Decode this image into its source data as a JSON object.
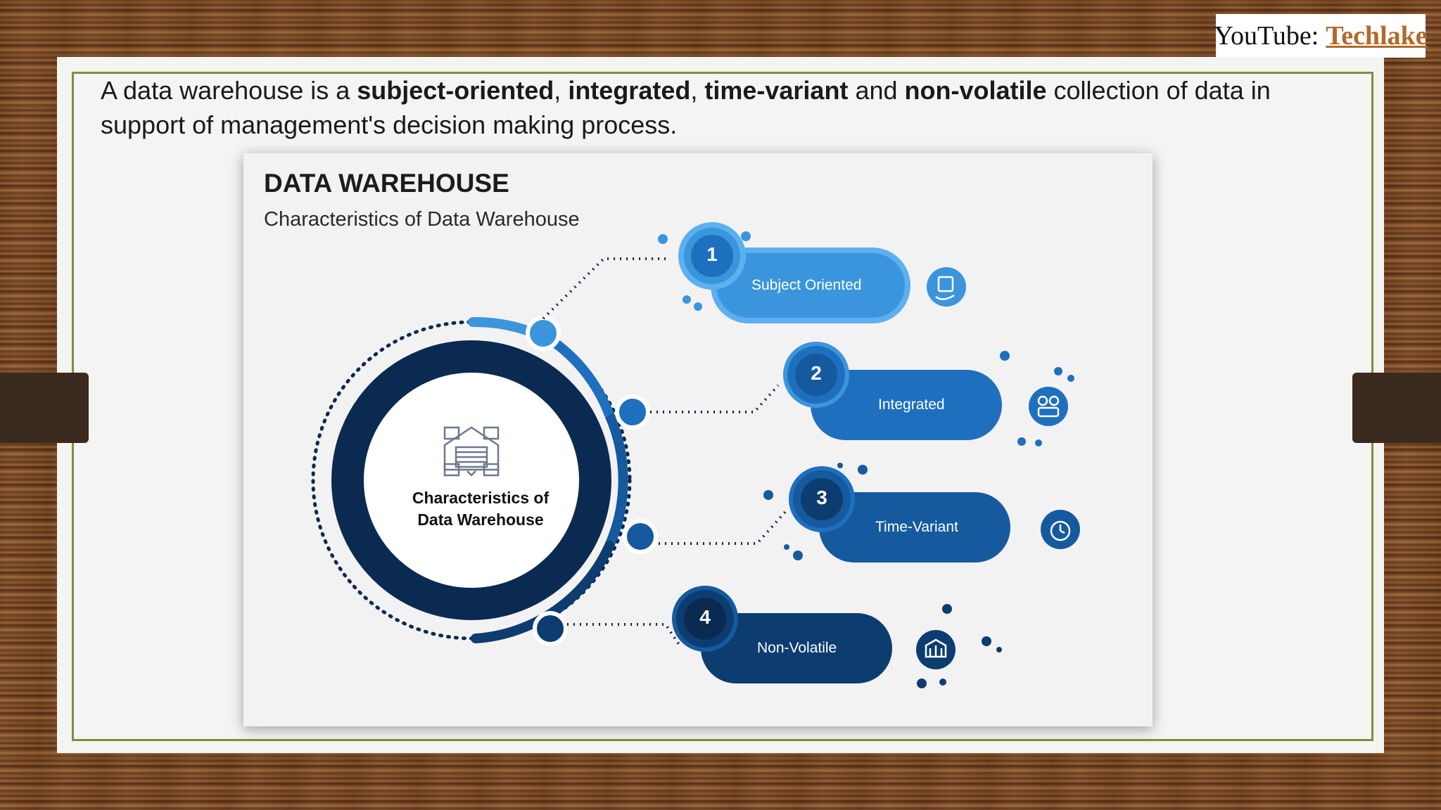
{
  "badge": {
    "prefix": "YouTube:",
    "channel": "Techlake"
  },
  "intro": {
    "p1": "A data warehouse is a ",
    "k1": "subject-oriented",
    "s1": ", ",
    "k2": "integrated",
    "s2": ", ",
    "k3": "time-variant",
    "p2": " and ",
    "k4": "non-volatile",
    "p3": " collection of data in support of management's decision making process."
  },
  "diagram": {
    "title": "DATA WAREHOUSE",
    "subtitle": "Characteristics of Data Warehouse",
    "center_line1": "Characteristics of",
    "center_line2": "Data Warehouse",
    "items": [
      {
        "number": "1",
        "label": "Subject Oriented",
        "icon": "hand-device-icon",
        "color": "#3b95dc"
      },
      {
        "number": "2",
        "label": "Integrated",
        "icon": "people-integration-icon",
        "color": "#1f6fbf"
      },
      {
        "number": "3",
        "label": "Time-Variant",
        "icon": "alarm-clock-icon",
        "color": "#155a9e"
      },
      {
        "number": "4",
        "label": "Non-Volatile",
        "icon": "building-chart-icon",
        "color": "#0d3d70"
      }
    ]
  },
  "colors": {
    "navy": "#0b2a52",
    "border": "#7e8f3a",
    "channel": "#b06a2a"
  }
}
